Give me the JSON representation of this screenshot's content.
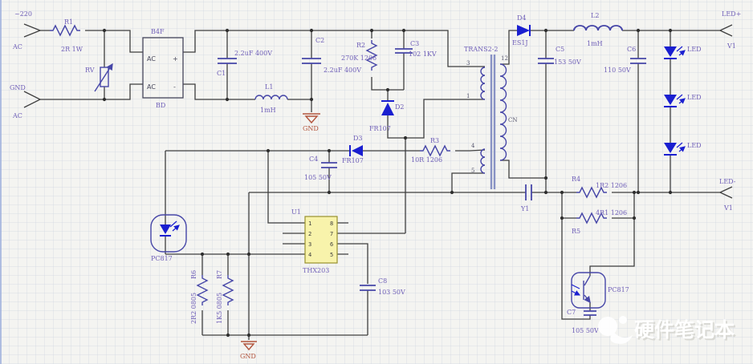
{
  "schematic": {
    "input": {
      "line1": "~220",
      "line1_pin": "AC",
      "line2": "GND",
      "line2_pin": "AC"
    },
    "r1": {
      "ref": "R1",
      "value": "2R 1W"
    },
    "rv": {
      "ref": "RV"
    },
    "bridge": {
      "part": "B4F",
      "ref": "BD",
      "pin_ac1": "AC",
      "pin_plus": "+",
      "pin_ac2": "AC",
      "pin_minus": "-"
    },
    "c1": {
      "ref": "C1",
      "value": "2.2uF 400V"
    },
    "l1": {
      "ref": "L1",
      "value": "1mH"
    },
    "c2": {
      "ref": "C2",
      "value": "2.2uF 400V"
    },
    "gnd_top": {
      "label": "GND"
    },
    "r2": {
      "ref": "R2",
      "value": "270K 1206"
    },
    "c3": {
      "ref": "C3",
      "value": "102 1KV"
    },
    "d2": {
      "ref": "D2",
      "value": "FR107"
    },
    "transformer": {
      "ref": "TRANS2-2",
      "pin_top": "3",
      "pin_bottom": "1",
      "pin_aux_top": "4",
      "pin_aux_bottom": "5",
      "pin_sec_top": "12",
      "winding": "CN"
    },
    "d4": {
      "ref": "D4",
      "value": "ES1J"
    },
    "c5": {
      "ref": "C5",
      "value": "153 50V"
    },
    "l2": {
      "ref": "L2",
      "value": "1mH"
    },
    "c6": {
      "ref": "C6",
      "value": "110 50V"
    },
    "led_out_pos": {
      "label": "LED+",
      "pin": "V1"
    },
    "led_out_neg": {
      "label": "LED-",
      "pin": "V1"
    },
    "leds": {
      "labels": [
        "LED",
        "LED",
        "LED"
      ]
    },
    "y1": {
      "ref": "Y1"
    },
    "r4": {
      "ref": "R4",
      "value": "1R2 1206"
    },
    "r5": {
      "ref": "R5",
      "value": "4R1 1206"
    },
    "q_opto": {
      "ref": "PC817"
    },
    "c7": {
      "ref": "C7",
      "value": "105 50V"
    },
    "opto": {
      "ref": "PC817"
    },
    "r6": {
      "ref": "R6",
      "value": "2R2 0805"
    },
    "r7": {
      "ref": "R7",
      "value": "1K5 0805"
    },
    "u1": {
      "ref": "U1",
      "part": "THX203",
      "pins_left": [
        "1",
        "2",
        "3",
        "4"
      ],
      "pins_right": [
        "8",
        "7",
        "6",
        "5"
      ]
    },
    "c8": {
      "ref": "C8",
      "value": "103 50V"
    },
    "c4": {
      "ref": "C4",
      "value": "105 50V"
    },
    "r3": {
      "ref": "R3",
      "value": "10R 1206"
    },
    "d3": {
      "ref": "D3",
      "value": "FR107"
    },
    "gnd_bottom": {
      "label": "GND"
    },
    "watermark": {
      "text": "硬件笔记本"
    }
  }
}
